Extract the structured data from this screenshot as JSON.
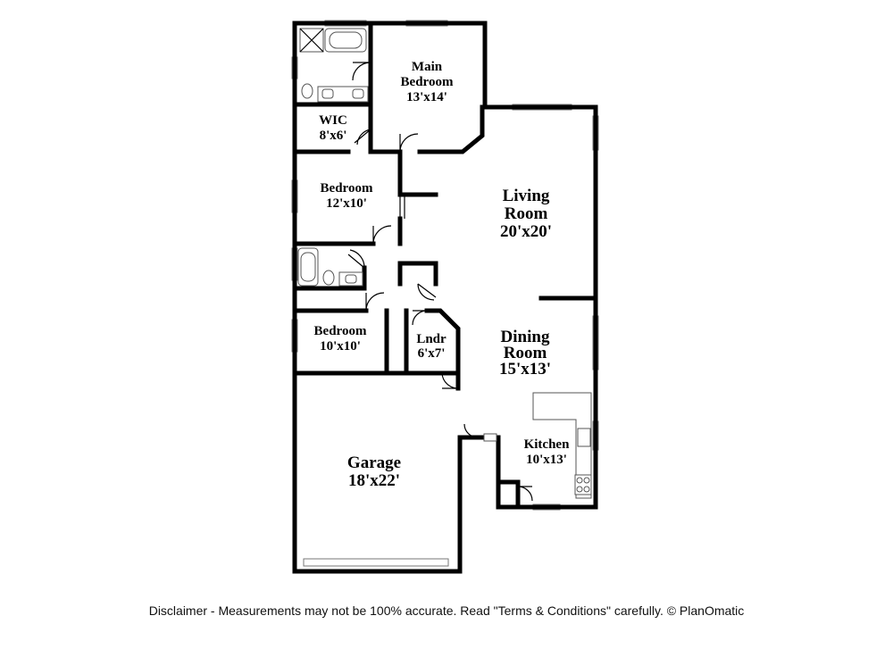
{
  "rooms": {
    "main_bedroom": {
      "name_line1": "Main",
      "name_line2": "Bedroom",
      "size": "13'x14'"
    },
    "wic": {
      "name": "WIC",
      "size": "8'x6'"
    },
    "bedroom_upper": {
      "name": "Bedroom",
      "size": "12'x10'"
    },
    "living_room": {
      "name_line1": "Living",
      "name_line2": "Room",
      "size": "20'x20'"
    },
    "bedroom_lower": {
      "name": "Bedroom",
      "size": "10'x10'"
    },
    "laundry": {
      "name": "Lndr",
      "size": "6'x7'"
    },
    "dining_room": {
      "name_line1": "Dining",
      "name_line2": "Room",
      "size": "15'x13'"
    },
    "kitchen": {
      "name": "Kitchen",
      "size": "10'x13'"
    },
    "garage": {
      "name": "Garage",
      "size": "18'x22'"
    }
  },
  "disclaimer": "Disclaimer - Measurements may not be 100% accurate. Read \"Terms & Conditions\" carefully. © PlanOmatic"
}
